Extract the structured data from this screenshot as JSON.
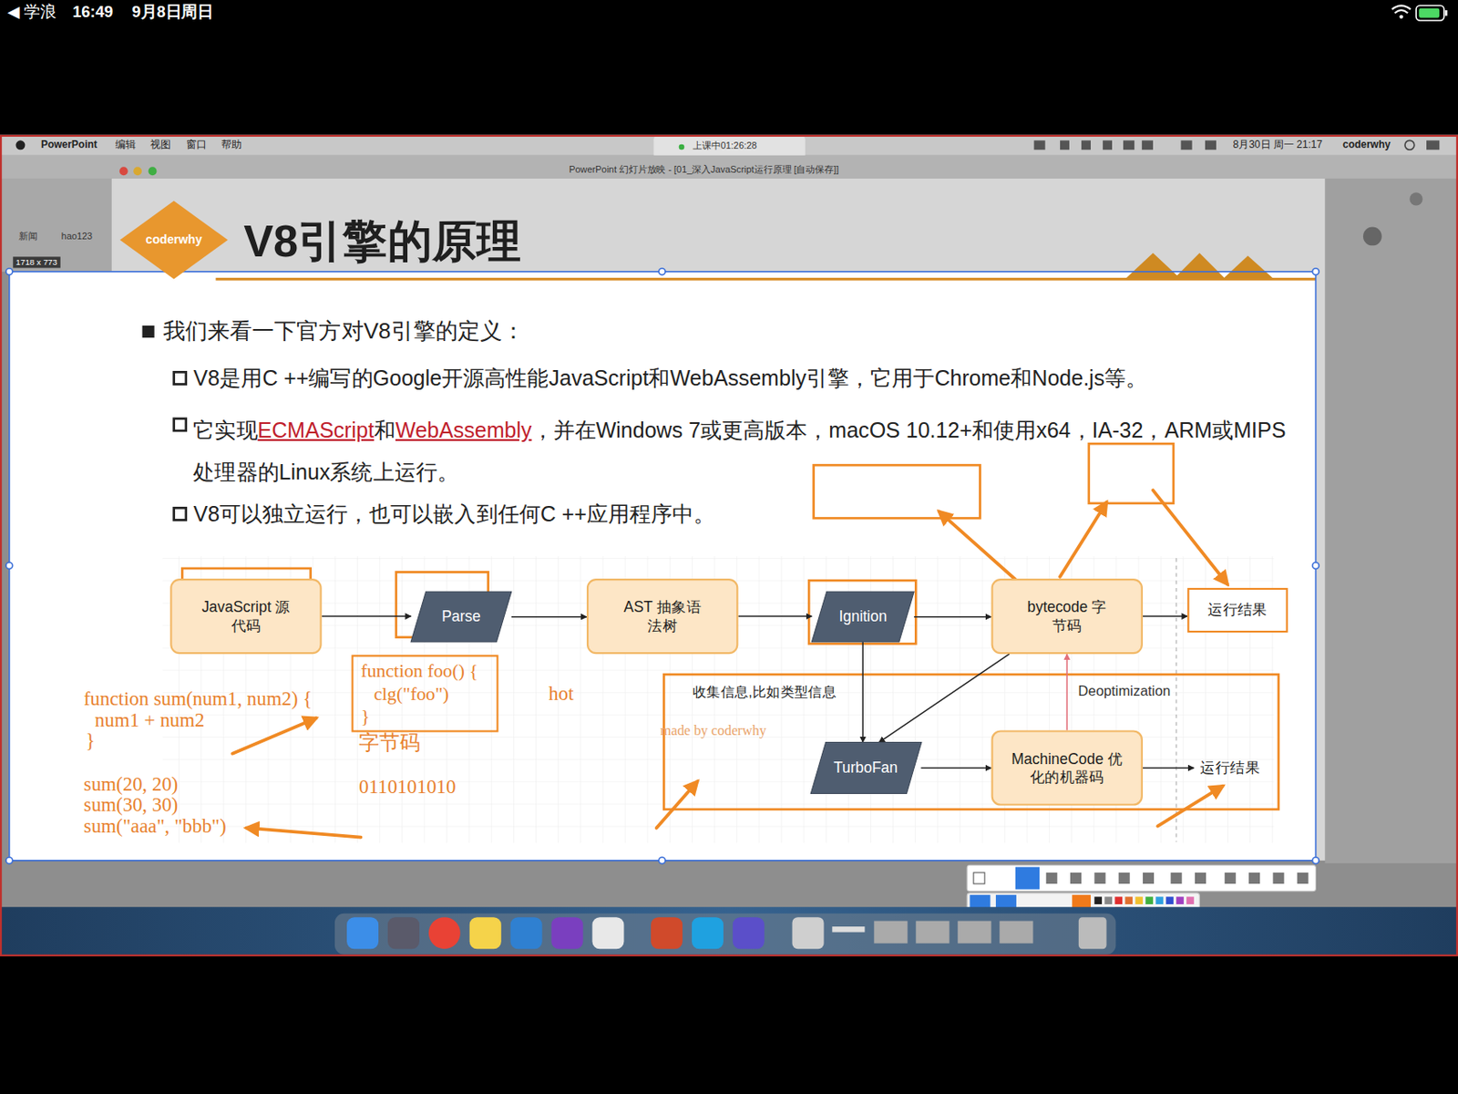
{
  "diagram": {
    "title": "V8引擎的原理",
    "nodes": [
      {
        "text": [
          "coderwhy"
        ]
      },
      {
        "text": [
          "JavaScript 源代码"
        ]
      },
      {
        "text": [
          "Parse"
        ]
      },
      {
        "text": [
          "AST 抽象语法树"
        ]
      },
      {
        "text": [
          "Ignition"
        ]
      },
      {
        "text": [
          "bytecode 字节码"
        ]
      },
      {
        "text": [
          "运行结果"
        ]
      },
      {
        "text": [
          "function foo() {",
          "clg(\"foo\")",
          "}"
        ]
      },
      {
        "text": [
          "TurboFan"
        ]
      },
      {
        "text": [
          "MachineCode 优化的机器码"
        ]
      },
      {
        "text": [
          "运行结果"
        ]
      }
    ],
    "edges": [
      {
        "from": 1,
        "to": 2,
        "arrow": "to"
      },
      {
        "from": 2,
        "to": 3,
        "arrow": "to"
      },
      {
        "from": 3,
        "to": 4,
        "arrow": "to"
      },
      {
        "from": 4,
        "to": 5,
        "arrow": "to"
      },
      {
        "from": 5,
        "to": 6,
        "arrow": "to"
      },
      {
        "from": 4,
        "to": 8,
        "arrow": "to"
      },
      {
        "from": 5,
        "to": 8,
        "arrow": "to"
      },
      {
        "from": 8,
        "to": 9,
        "arrow": "to"
      },
      {
        "from": 9,
        "to": 10,
        "arrow": "to"
      },
      {
        "from": 9,
        "to": 5,
        "label": "Deoptimization",
        "arrow": "to"
      }
    ],
    "labels": [
      "◀ 学浪",
      "16:49",
      "9月8日周日",
      "PowerPoint",
      "编辑",
      "视图",
      "窗口",
      "帮助",
      "上课中01:26:28",
      "8月30日 周一 21:17",
      "coderwhy",
      "PowerPoint 幻灯片放映 - [01_深入JavaScript运行原理 [自动保存]]",
      "新闻",
      "hao123",
      "1718 x 773",
      "我们来看一下官方对V8引擎的定义：",
      "V8是用C ++编写的Google开源高性能JavaScript和WebAssembly引擎，它用于Chrome和Node.js等。",
      "它实现",
      "ECMAScript",
      "和",
      "WebAssembly",
      "，并在Windows 7或更高版本，macOS 10.12+和使用x64，IA-32，ARM或MIPS处理器的Linux系统上运行。",
      "V8可以独立运行，也可以嵌入到任何C ++应用程序中。",
      "function sum(num1, num2) {",
      "num1 + num2",
      "}",
      "sum(20, 20)",
      "sum(30, 30)",
      "sum(\"aaa\", \"bbb\")",
      "字节码",
      "0110101010",
      "hot",
      "收集信息,比如类型信息",
      "made by coderwhy"
    ]
  }
}
